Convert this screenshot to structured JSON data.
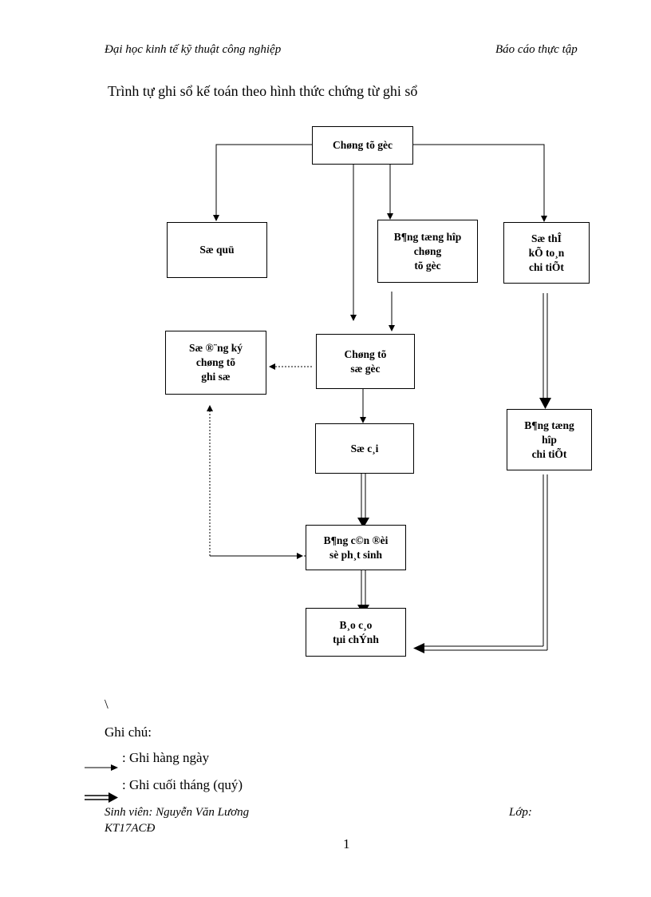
{
  "header": {
    "left": "Đại học kinh tế kỹ thuật công nghiệp",
    "right": "Báo cáo thực tập"
  },
  "title": "Trình tự ghi sổ kế toán theo hình thức chứng từ ghi sổ",
  "diagram": {
    "boxes": {
      "chung_tu_goc": "Chøng tõ gèc",
      "so_quy": "Sæ quü",
      "bang_tong_hop_chung_tu_goc": "B¶ng tæng hîp\nchøng\ntõ gèc",
      "so_the_ke_toan_chi_tiet": "Sæ thÎ\nkÕ to¸n\nchi tiÕt",
      "so_dang_ky": "Sæ ®¨ng ký\nchøng tõ\nghi sæ",
      "chung_tu_so_goc": "Chøng tõ\nsæ gèc",
      "so_cai": "Sæ c¸i",
      "bang_tong_hop_chi_tiet": "B¶ng tæng\nhîp\nchi tiÕt",
      "bang_can_doi": "B¶ng c©n ®èi\nsè ph¸t sinh",
      "bao_cao_tai_chinh": "B¸o c¸o\ntµi chÝnh"
    }
  },
  "stray_mark": "\\",
  "legend": {
    "heading": "Ghi chú:",
    "daily": ": Ghi hàng ngày",
    "period_end": ": Ghi cuối tháng (quý)"
  },
  "footer": {
    "student": "Sinh viên: Nguyễn Văn Lương",
    "class_label": "Lớp:",
    "class_code": "KT17ACĐ",
    "page_number": "1"
  }
}
